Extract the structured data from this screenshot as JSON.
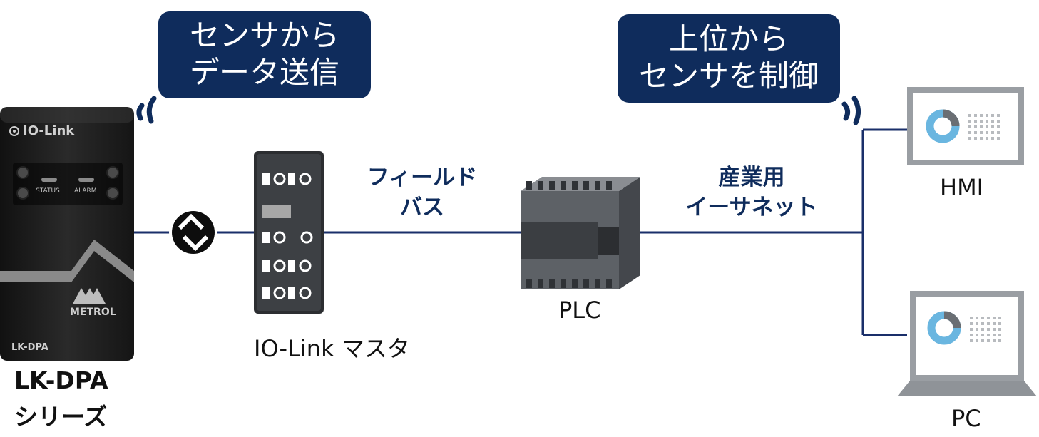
{
  "bubbles": {
    "sensor": {
      "line1": "センサから",
      "line2": "データ送信"
    },
    "control": {
      "line1": "上位から",
      "line2": "センサを制御"
    }
  },
  "device": {
    "brand": "IO-Link",
    "status_label": "STATUS",
    "alarm_label": "ALARM",
    "maker": "METROL",
    "model": "LK-DPA"
  },
  "labels": {
    "sensor_title": "LK-DPA",
    "sensor_subtitle": "シリーズ",
    "master": "IO-Link マスタ",
    "plc": "PLC",
    "fieldbus_line1": "フィールド",
    "fieldbus_line2": "バス",
    "ethernet_line1": "産業用",
    "ethernet_line2": "イーサネット",
    "hmi": "HMI",
    "pc": "PC"
  },
  "colors": {
    "navy": "#0f2c5c",
    "line": "#1a2f6a",
    "device_dark": "#1c1c1c",
    "module_gray": "#5d6166",
    "accent_blue": "#6ab6e0"
  }
}
